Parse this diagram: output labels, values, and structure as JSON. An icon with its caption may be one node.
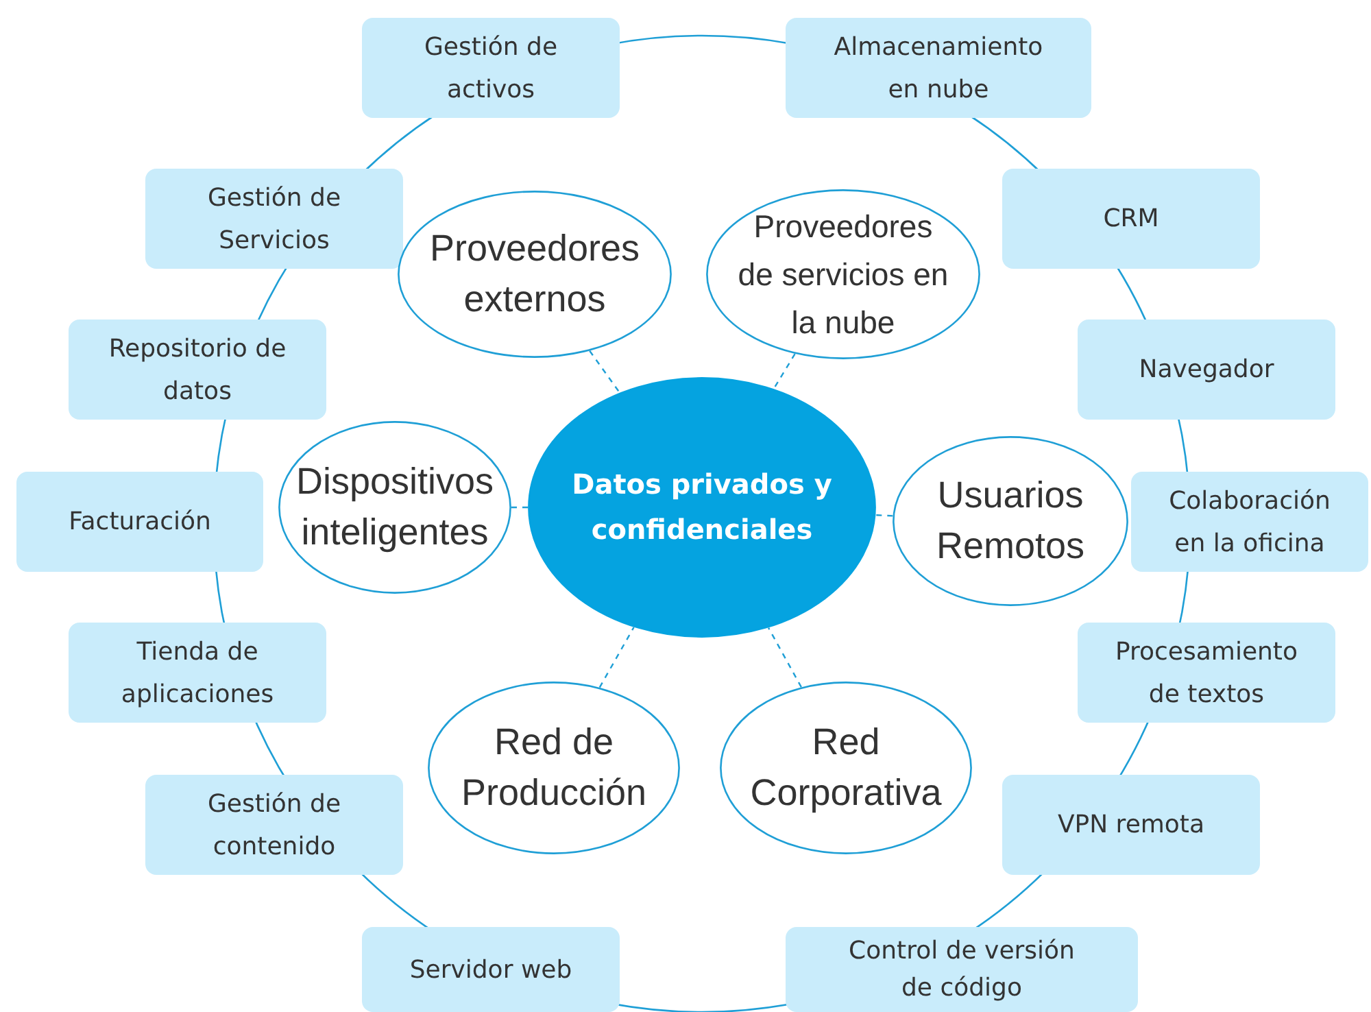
{
  "diagram": {
    "nodes": [
      {
        "text": [
          "Gestión de activos"
        ]
      },
      {
        "text": [
          "Almacenamiento en nube"
        ]
      },
      {
        "text": [
          "Gestión de Servicios"
        ]
      },
      {
        "text": [
          "Proveedores externos"
        ]
      },
      {
        "text": [
          "Proveedores de servicios en la nube"
        ]
      },
      {
        "text": [
          "CRM"
        ]
      },
      {
        "text": [
          "Repositorio de datos"
        ]
      },
      {
        "text": [
          "Navegador"
        ]
      },
      {
        "text": [
          "Dispositivos inteligentes"
        ]
      },
      {
        "text": [
          "Datos privados y confidenciales"
        ]
      },
      {
        "text": [
          "Usuarios Remotos"
        ]
      },
      {
        "text": [
          "Facturación"
        ]
      },
      {
        "text": [
          "Colaboración en la oficina"
        ]
      },
      {
        "text": [
          "Tienda de aplicaciones"
        ]
      },
      {
        "text": [
          "Procesamiento de textos"
        ]
      },
      {
        "text": [
          "Red de Producción"
        ]
      },
      {
        "text": [
          "Red Corporativa"
        ]
      },
      {
        "text": [
          "Gestión de contenido"
        ]
      },
      {
        "text": [
          "VPN remota"
        ]
      },
      {
        "text": [
          "Servidor web"
        ]
      },
      {
        "text": [
          "Control de versión de código"
        ]
      }
    ],
    "edges": [
      {
        "from": 3,
        "to": 9,
        "arrow": "none",
        "style": "dashed"
      },
      {
        "from": 4,
        "to": 9,
        "arrow": "none",
        "style": "dashed"
      },
      {
        "from": 8,
        "to": 9,
        "arrow": "none",
        "style": "dashed"
      },
      {
        "from": 10,
        "to": 9,
        "arrow": "none",
        "style": "dashed"
      },
      {
        "from": 15,
        "to": 9,
        "arrow": "none",
        "style": "dashed"
      },
      {
        "from": 16,
        "to": 9,
        "arrow": "none",
        "style": "dashed"
      }
    ]
  }
}
